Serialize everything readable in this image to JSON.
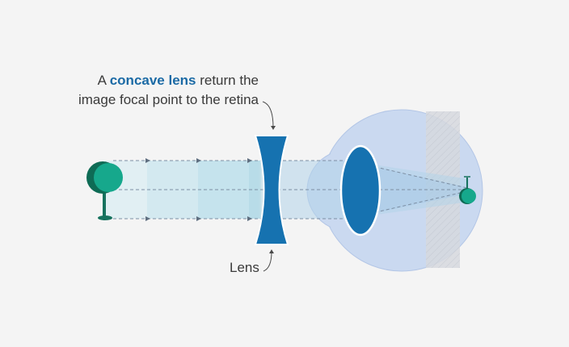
{
  "caption": {
    "line1_prefix": "A ",
    "line1_highlight": "concave lens",
    "line1_suffix": " return the",
    "line2": "image focal point to the retina"
  },
  "lens_label": "Lens",
  "colors": {
    "background": "#f4f4f4",
    "tree": "#16a88c",
    "tree_shadow": "#0e6b55",
    "concave_lens": "#1672b0",
    "eye_lens": "#1672b0",
    "eyeball": "#c8d8ef",
    "light_beam": "#bfe0ea",
    "highlight_text": "#1b6aa5",
    "retina_band": "#c8cdd6"
  },
  "icons": {
    "object": "tree-icon",
    "image": "tree-image-icon"
  }
}
